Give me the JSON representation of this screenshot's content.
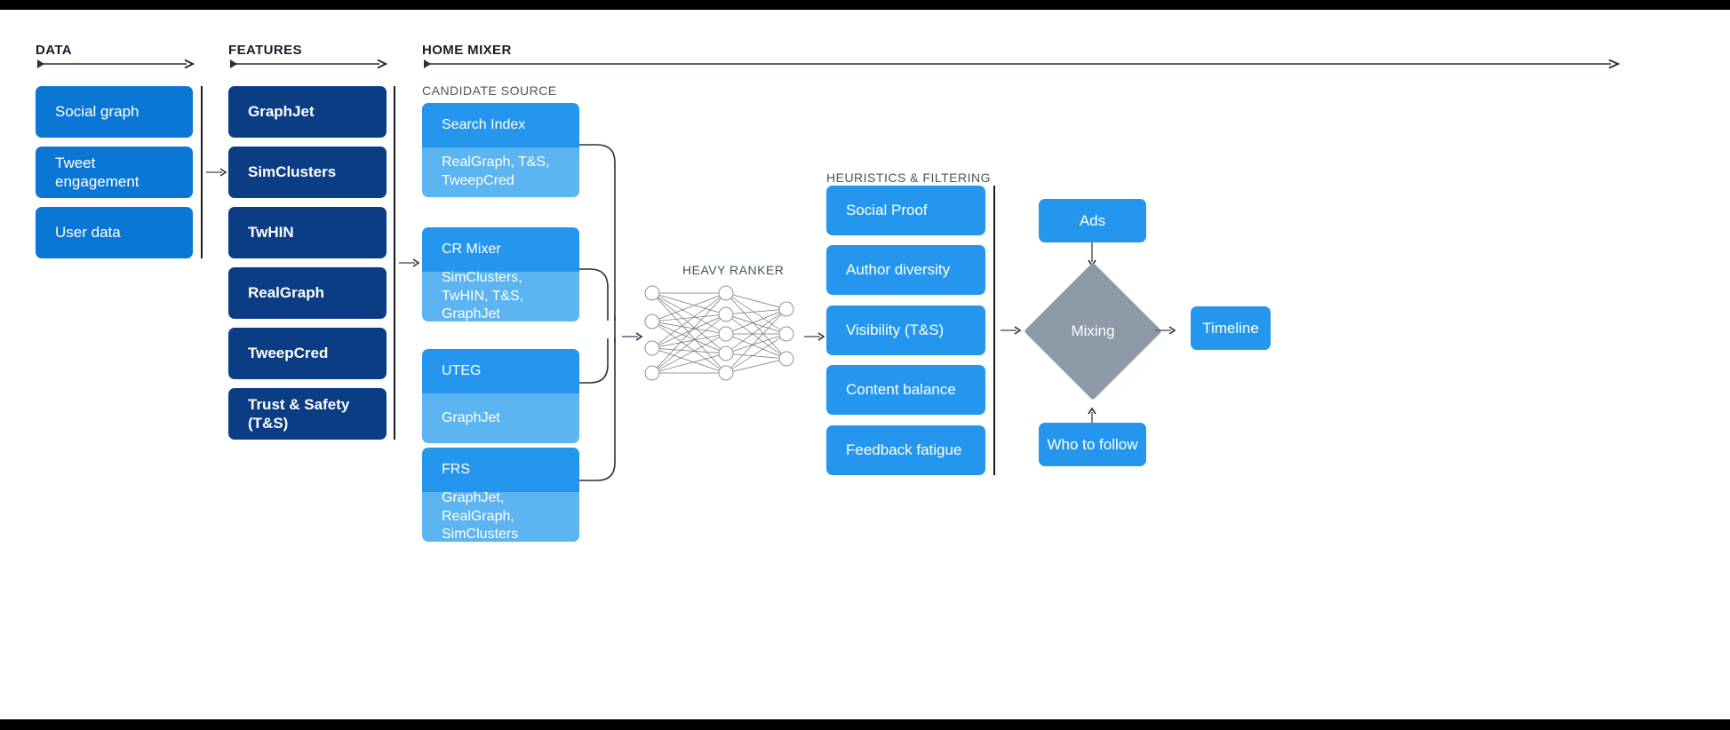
{
  "diagram": {
    "title_semantic": "twitter-algorithm-home-mixer-pipeline",
    "colors": {
      "data_blue": "#0b77d4",
      "feature_navy": "#0b3d85",
      "candidate_head_blue": "#2496ed",
      "candidate_body_blue": "#5cb4f0",
      "heuristic_blue": "#2496ed",
      "mixing_gray": "#8c9aa8",
      "rule_dark": "#1a1a1a",
      "arrow_gray": "#5b636b",
      "text_dark": "#15202b",
      "text_muted": "#4a5560",
      "background": "#ffffff",
      "letterbox": "#000000"
    }
  },
  "sections": {
    "data": {
      "header": "DATA",
      "items": [
        {
          "label": "Social graph"
        },
        {
          "label": "Tweet engagement"
        },
        {
          "label": "User data"
        }
      ]
    },
    "features": {
      "header": "FEATURES",
      "items": [
        {
          "label": "GraphJet"
        },
        {
          "label": "SimClusters"
        },
        {
          "label": "TwHIN"
        },
        {
          "label": "RealGraph"
        },
        {
          "label": "TweepCred"
        },
        {
          "label": "Trust & Safety (T&S)"
        }
      ]
    },
    "home_mixer": {
      "header": "HOME MIXER",
      "candidate_source": {
        "label": "CANDIDATE SOURCE",
        "cards": [
          {
            "name": "Search Index",
            "features": "RealGraph, T&S, TweepCred"
          },
          {
            "name": "CR Mixer",
            "features": "SimClusters, TwHIN, T&S, GraphJet"
          },
          {
            "name": "UTEG",
            "features": "GraphJet"
          },
          {
            "name": "FRS",
            "features": "GraphJet, RealGraph, SimClusters"
          }
        ]
      },
      "heavy_ranker": {
        "label": "HEAVY RANKER",
        "network": {
          "input_nodes": 4,
          "hidden_nodes": 5,
          "output_nodes": 3
        }
      },
      "heuristics": {
        "label": "HEURISTICS & FILTERING",
        "items": [
          {
            "label": "Social Proof"
          },
          {
            "label": "Author diversity"
          },
          {
            "label": "Visibility (T&S)"
          },
          {
            "label": "Content balance"
          },
          {
            "label": "Feedback fatigue"
          }
        ]
      },
      "output": {
        "ads": "Ads",
        "mixing": "Mixing",
        "who_to_follow": "Who to follow",
        "timeline": "Timeline"
      }
    }
  }
}
